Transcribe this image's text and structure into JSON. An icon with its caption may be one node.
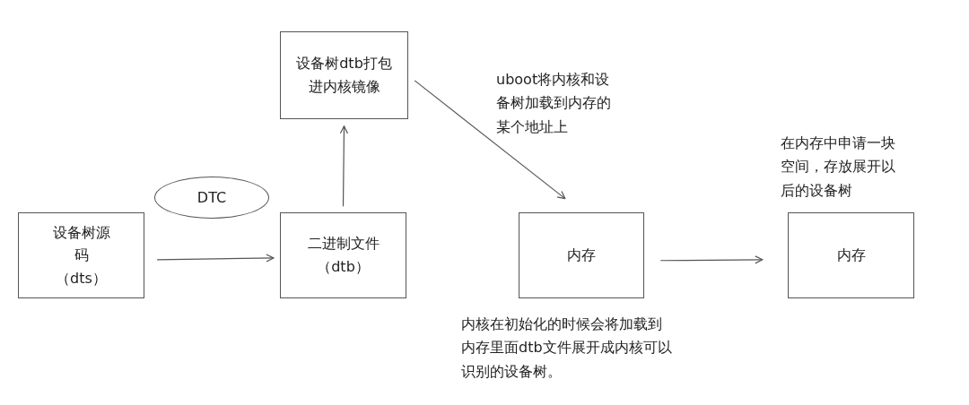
{
  "diagram": {
    "nodes": [
      {
        "text": [
          "设备树源码（dts）"
        ]
      },
      {
        "text": [
          "DTC"
        ]
      },
      {
        "text": [
          "二进制文件（dtb）"
        ]
      },
      {
        "text": [
          "设备树dtb打包进内核镜像"
        ]
      },
      {
        "text": [
          "内存"
        ],
        "beside": [
          "内核在初始化的时候会将加载到内存里面dtb文件展开成内核可以识别的设备树。"
        ]
      },
      {
        "text": [
          "内存"
        ],
        "beside": [
          "在内存中申请一块空间，存放展开以后的设备树"
        ]
      }
    ],
    "edges": [
      {
        "from": 0,
        "to": 2,
        "arrow": "to"
      },
      {
        "from": 2,
        "to": 3,
        "arrow": "to"
      },
      {
        "from": 3,
        "to": 4,
        "arrow": "to",
        "label": "uboot将内核和设备树加载到内存的某个地址上"
      },
      {
        "from": 4,
        "to": 5,
        "arrow": "to"
      }
    ]
  }
}
